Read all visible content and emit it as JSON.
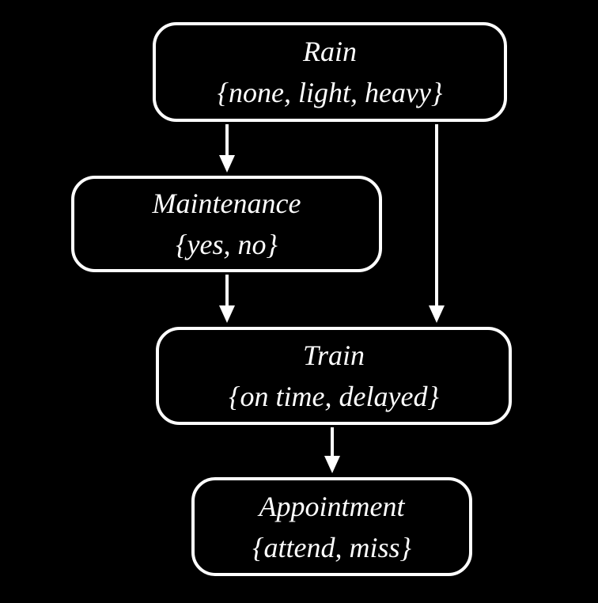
{
  "diagram": {
    "type": "bayesian-network",
    "background_color": "#000000",
    "node_border_color": "#ffffff",
    "text_color": "#ffffff",
    "nodes": [
      {
        "id": "rain",
        "label": "Rain",
        "values": "{none, light, heavy}"
      },
      {
        "id": "maintenance",
        "label": "Maintenance",
        "values": "{yes, no}"
      },
      {
        "id": "train",
        "label": "Train",
        "values": "{on time, delayed}"
      },
      {
        "id": "appointment",
        "label": "Appointment",
        "values": "{attend, miss}"
      }
    ],
    "edges": [
      {
        "from": "rain",
        "to": "maintenance"
      },
      {
        "from": "rain",
        "to": "train"
      },
      {
        "from": "maintenance",
        "to": "train"
      },
      {
        "from": "train",
        "to": "appointment"
      }
    ]
  }
}
